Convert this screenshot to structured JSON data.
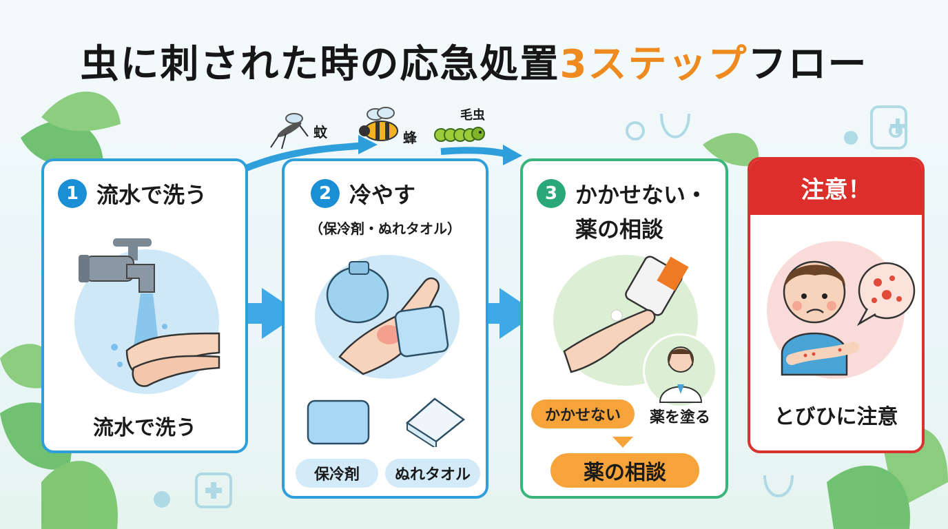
{
  "title": {
    "main": "虫に刺された時の応急処置",
    "accent": "3ステップ",
    "tail": "フロー"
  },
  "insects": [
    {
      "label": "蚊"
    },
    {
      "label": "蜂"
    },
    {
      "label": "毛虫"
    }
  ],
  "steps": [
    {
      "number": "1",
      "heading": "流水で洗う",
      "caption": "流水で洗う"
    },
    {
      "number": "2",
      "heading": "冷やす",
      "subheading": "（保冷剤・ぬれタオル）",
      "items": [
        "保冷剤",
        "ぬれタオル"
      ]
    },
    {
      "number": "3",
      "heading_line1": "かかせない・",
      "heading_line2": "薬の相談",
      "tag1": "かかせない",
      "tag2": "薬を塗る",
      "result": "薬の相談"
    }
  ],
  "warning": {
    "heading": "注意！",
    "caption": "とびひに注意"
  },
  "colors": {
    "blue": "#2f9fdc",
    "green": "#3ab47b",
    "red": "#d9322f",
    "orange": "#ee8a1f"
  }
}
